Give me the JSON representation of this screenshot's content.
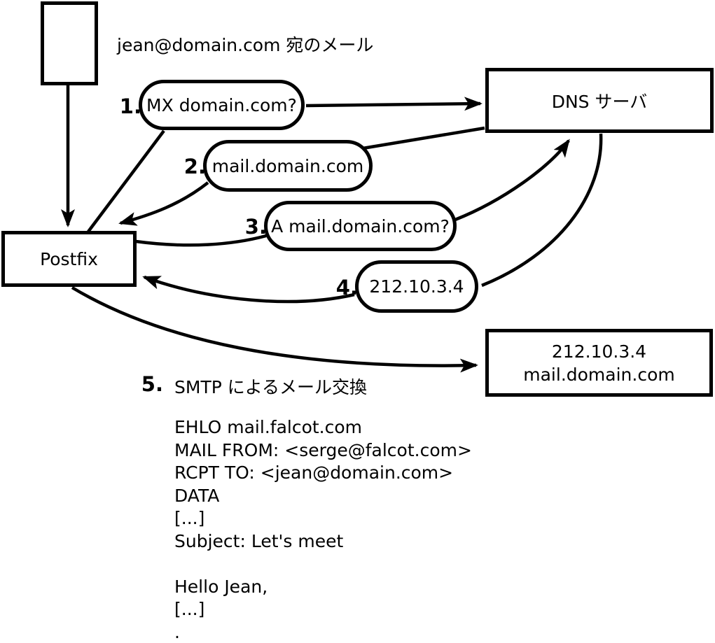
{
  "diagram": {
    "title_note": "jean@domain.com 宛のメール",
    "nodes": {
      "mail_document": "",
      "postfix": "Postfix",
      "dns_server": "DNS サーバ",
      "mail_server_line1": "212.10.3.4",
      "mail_server_line2": "mail.domain.com"
    },
    "steps": [
      {
        "num": "1.",
        "label": "MX domain.com?"
      },
      {
        "num": "2.",
        "label": "mail.domain.com"
      },
      {
        "num": "3.",
        "label": "A mail.domain.com?"
      },
      {
        "num": "4.",
        "label": "212.10.3.4"
      },
      {
        "num": "5.",
        "label": "SMTP によるメール交換"
      }
    ],
    "smtp_session": "EHLO mail.falcot.com\nMAIL FROM: <serge@falcot.com>\nRCPT TO: <jean@domain.com>\nDATA\n[...]\nSubject: Let's meet\n\nHello Jean,\n[...]\n.",
    "colors": {
      "stroke": "#000000",
      "background": "#ffffff"
    }
  }
}
